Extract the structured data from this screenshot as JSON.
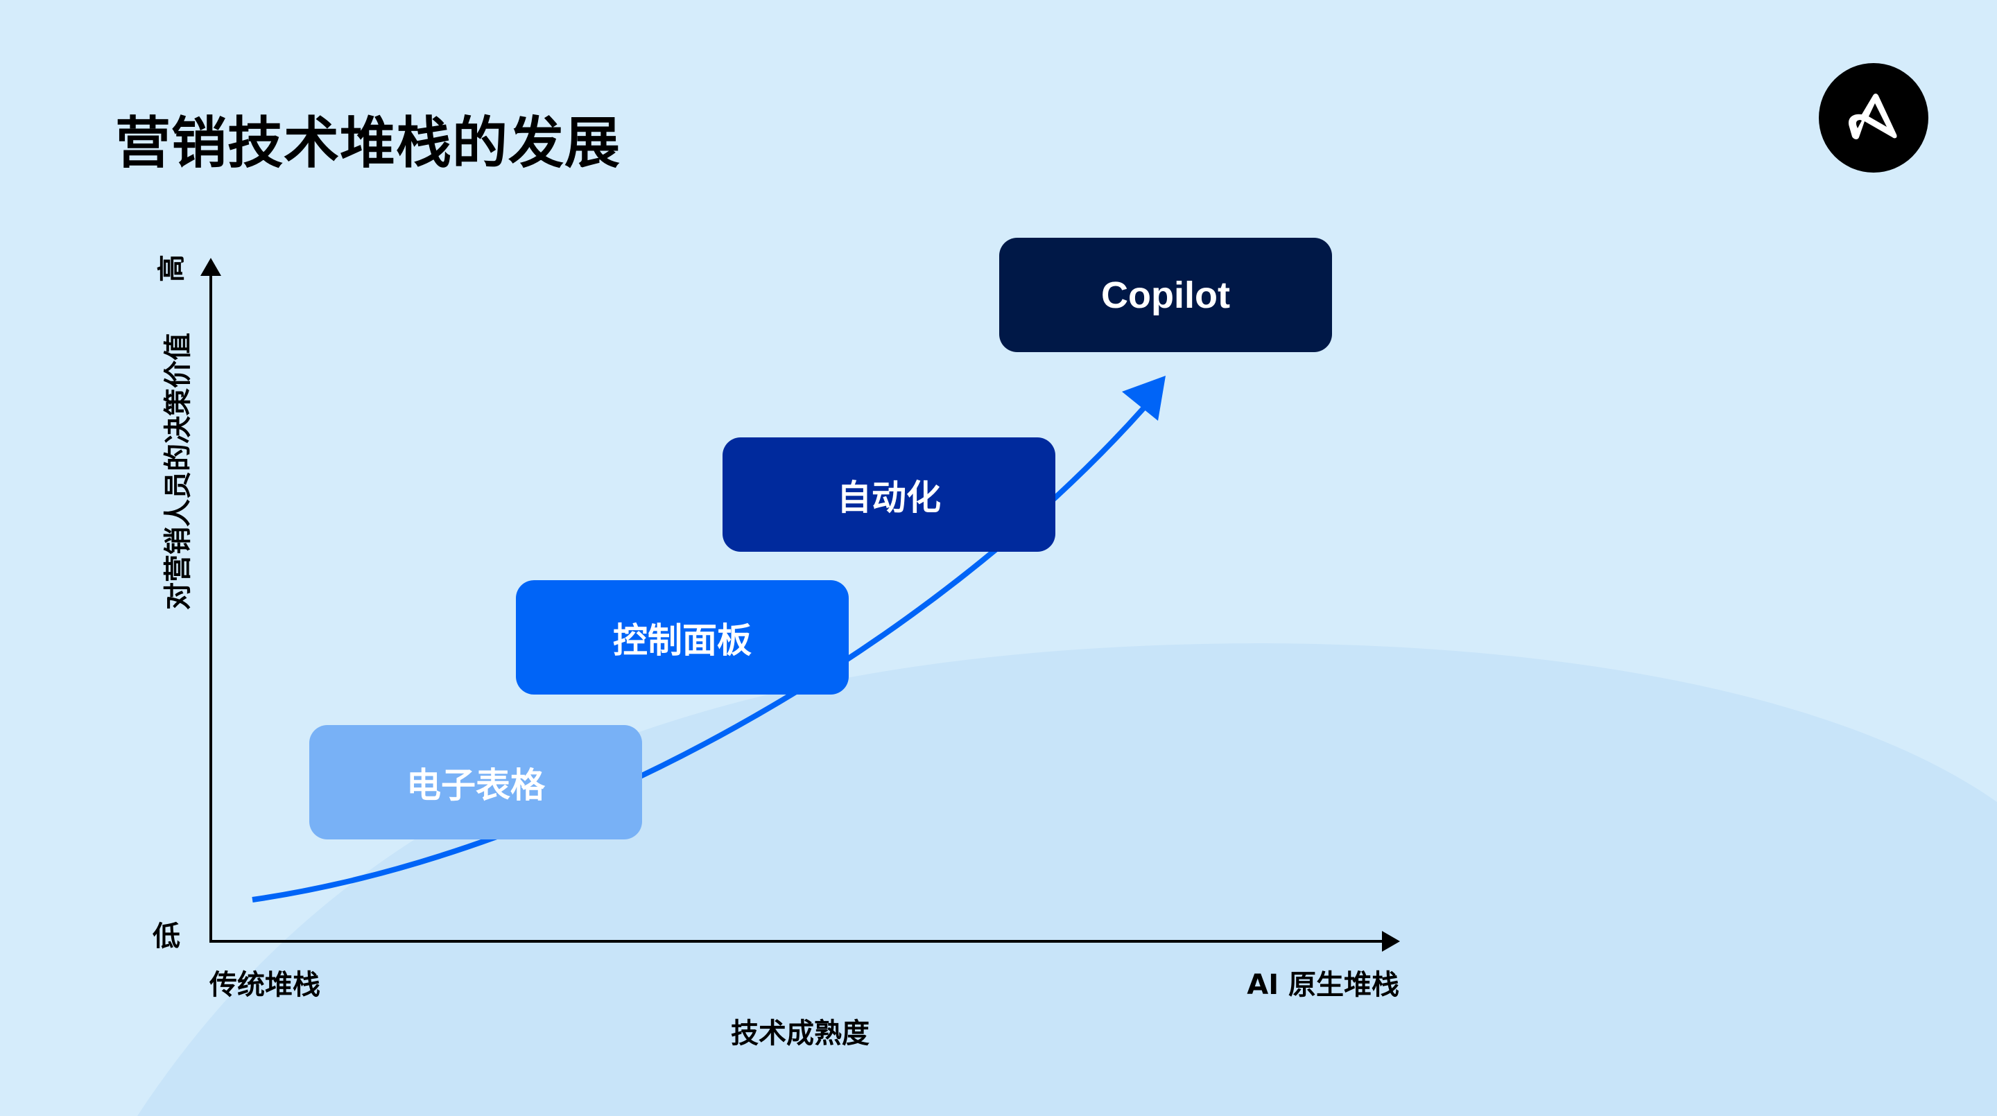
{
  "title": "营销技术堆栈的发展",
  "logo": {
    "icon": "brand-a-logo-icon"
  },
  "colors": {
    "background": "#D5ECFB",
    "background_arc": "#C8E4F9",
    "curve": "#0064F7",
    "axis": "#000000"
  },
  "axes": {
    "y_label": "对营销人员的决策价值",
    "y_high": "高",
    "y_low": "低",
    "x_label": "技术成熟度",
    "x_start": "传统堆栈",
    "x_end": "AI 原生堆栈"
  },
  "stages": [
    {
      "label": "电子表格",
      "color": "#78B1F6"
    },
    {
      "label": "控制面板",
      "color": "#0064F7"
    },
    {
      "label": "自动化",
      "color": "#002A9D"
    },
    {
      "label": "Copilot",
      "color": "#001847"
    }
  ]
}
